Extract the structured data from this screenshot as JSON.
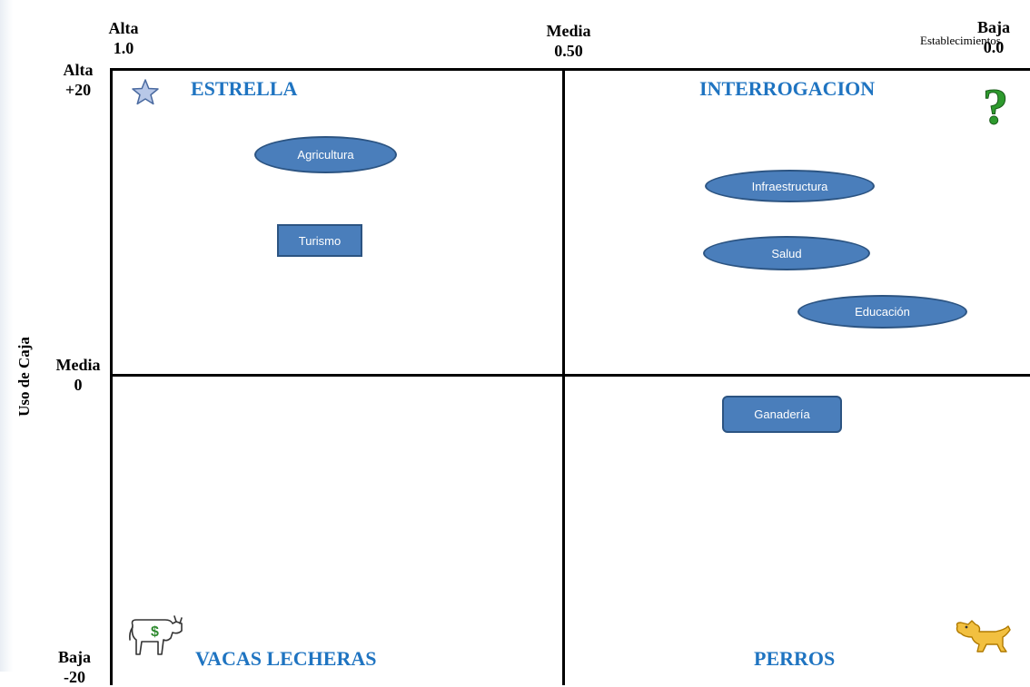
{
  "x_axis": {
    "high_label": "Alta",
    "high_value": "1.0",
    "mid_label": "Media",
    "mid_value": "0.50",
    "low_label": "Baja",
    "low_value": "0.0",
    "note": "Establecimientos"
  },
  "y_axis": {
    "title": "Uso de Caja",
    "high_label": "Alta",
    "high_value": "+20",
    "mid_label": "Media",
    "mid_value": "0",
    "low_label": "Baja",
    "low_value": "-20"
  },
  "quadrants": {
    "top_left": "ESTRELLA",
    "top_right": "INTERROGACION",
    "bottom_left": "VACAS LECHERAS",
    "bottom_right": "PERROS"
  },
  "nodes": {
    "agricultura": "Agricultura",
    "turismo": "Turismo",
    "infraestructura": "Infraestructura",
    "salud": "Salud",
    "educacion": "Educación",
    "ganaderia": "Ganadería"
  },
  "icons": {
    "star": "star-icon",
    "question": "question-mark-icon",
    "cow": "cash-cow-icon",
    "dog": "dog-icon"
  },
  "colors": {
    "quadrant_title": "#1f74c1",
    "node_fill": "#4a7ebb",
    "node_border": "#2c5482",
    "star": "#b8c8e8",
    "question": "#2e9a2e",
    "dog": "#d4a010"
  }
}
